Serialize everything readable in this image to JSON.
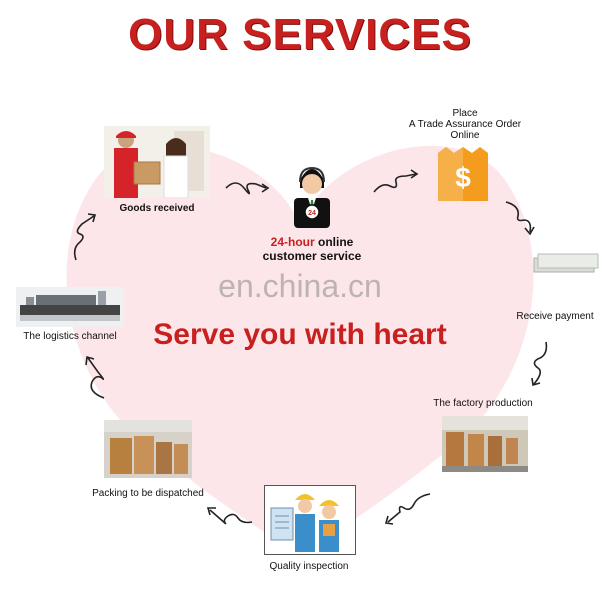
{
  "title": "OUR SERVICES",
  "watermark": "en.china.cn",
  "slogan": "Serve you with heart",
  "center_service": {
    "highlight": "24-hour",
    "rest": " online",
    "line2": "customer service",
    "badge": "24"
  },
  "steps": {
    "goods_received": "Goods received",
    "place_order": [
      "Place",
      "A Trade Assurance Order",
      "Online"
    ],
    "receive_payment": "Receive payment",
    "factory_production": "The factory production",
    "quality_inspection": "Quality inspection",
    "packing": "Packing to be dispatched",
    "logistics": "The logistics channel"
  },
  "order_icon_symbol": "$",
  "colors": {
    "title": "#c8201e",
    "heart": "#fde6ea",
    "orange": "#f39c1e"
  }
}
